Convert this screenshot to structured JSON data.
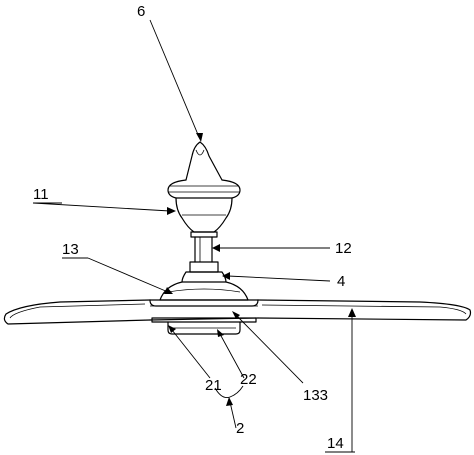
{
  "labels": {
    "l6": "6",
    "l11": "11",
    "l12": "12",
    "l13": "13",
    "l4": "4",
    "l14": "14",
    "l133": "133",
    "l21": "21",
    "l22": "22",
    "l2": "2"
  }
}
